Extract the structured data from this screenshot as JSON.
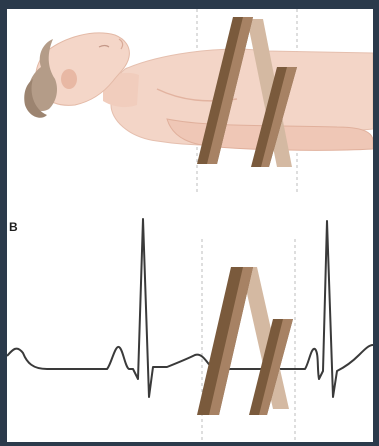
{
  "figure": {
    "panel_b_label": "B",
    "colors": {
      "frame": "#2b3a4b",
      "background": "#ffffff",
      "skin": "#f2d2c4",
      "hair": "#b19a86",
      "ribbon_front": "#7b5a3d",
      "ribbon_back": "#d2b8a2",
      "ecg_trace": "#3a3a3a",
      "guide_line": "#b8b8b8"
    },
    "top_panel": {
      "subject": "supine-patient-illustration",
      "overlay": "slice-ribbon-icon"
    },
    "bottom_panel": {
      "trace": "ecg-waveform",
      "overlay": "slice-ribbon-icon"
    }
  }
}
